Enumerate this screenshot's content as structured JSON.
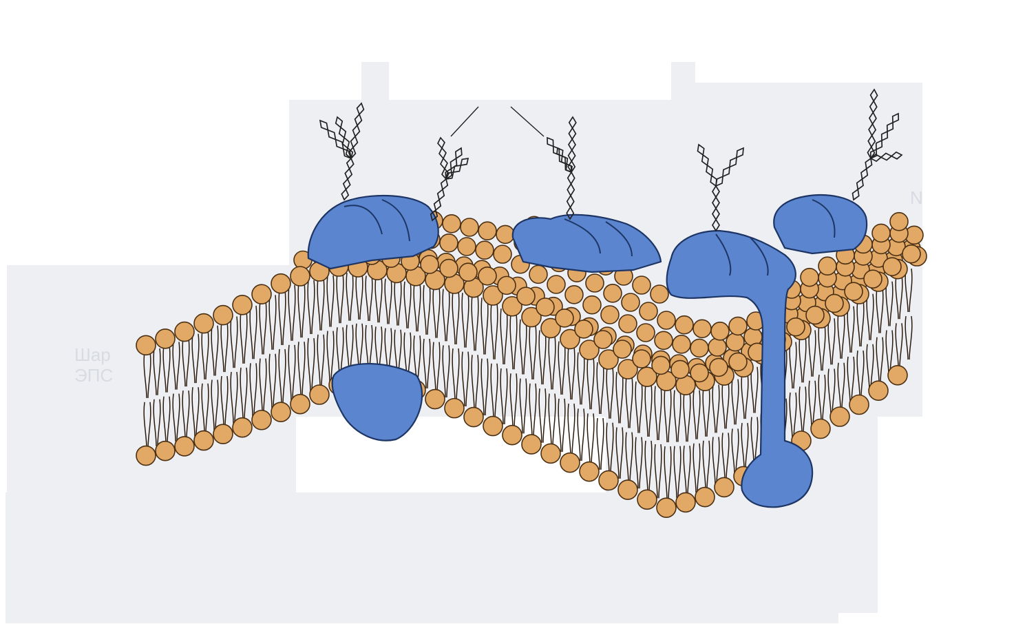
{
  "figure": {
    "ghost_text_lines": [
      "Шар",
      "ЭПС"
    ],
    "ghost_text_right": "N",
    "colors": {
      "phospholipid_head": "#e2a866",
      "phospholipid_outline": "#4a2f12",
      "protein_fill": "#5b86cf",
      "protein_outline": "#1d3564",
      "background_patch": "#eeeff3"
    },
    "components": [
      "phospholipid-bilayer",
      "integral-protein",
      "peripheral-protein",
      "transmembrane-protein",
      "glycocalyx-oligosaccharide-chains"
    ]
  }
}
